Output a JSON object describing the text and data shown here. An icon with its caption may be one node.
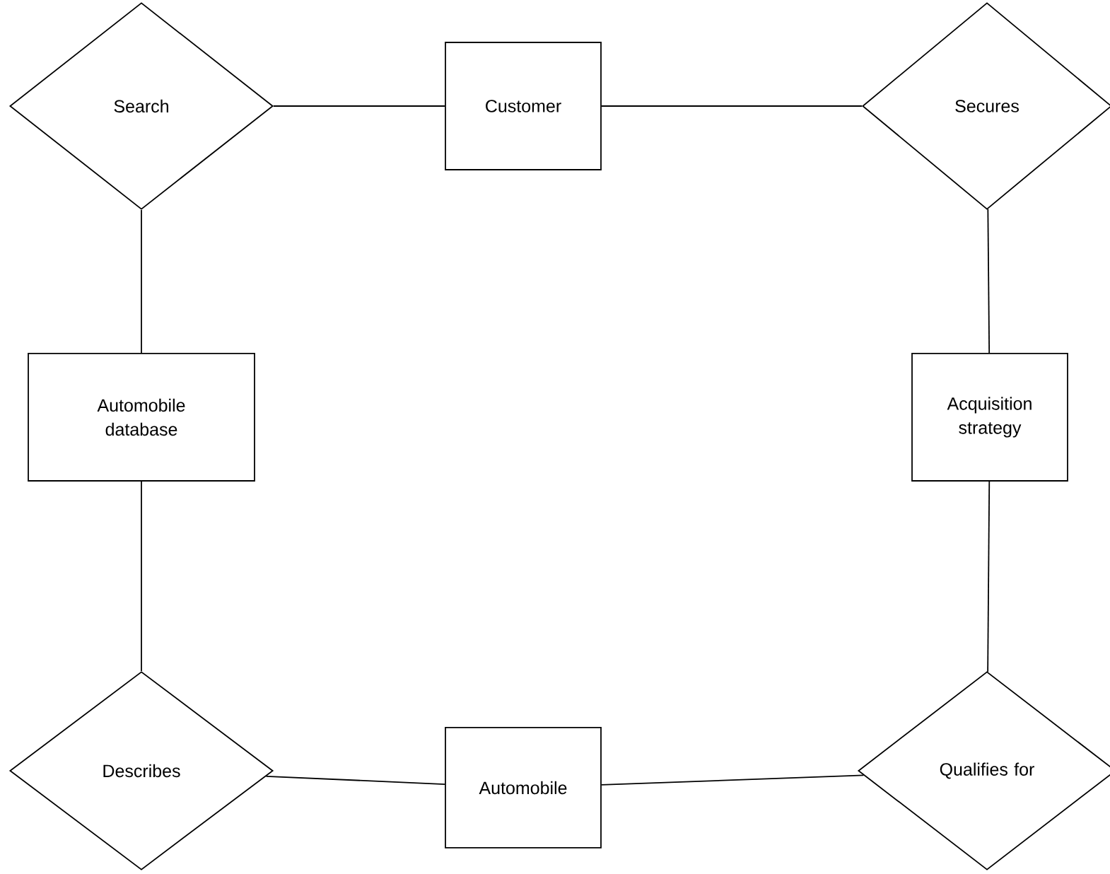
{
  "diagram": {
    "nodes": [
      {
        "text": [
          "Search"
        ]
      },
      {
        "text": [
          "Customer"
        ]
      },
      {
        "text": [
          "Secures"
        ]
      },
      {
        "text": [
          "Automobile database"
        ]
      },
      {
        "text": [
          "Acquisition strategy"
        ]
      },
      {
        "text": [
          "Describes"
        ]
      },
      {
        "text": [
          "Automobile"
        ]
      },
      {
        "text": [
          "Qualifies for"
        ]
      }
    ],
    "edges": [
      {
        "from": 0,
        "to": 1,
        "arrow": "none"
      },
      {
        "from": 1,
        "to": 2,
        "arrow": "none"
      },
      {
        "from": 2,
        "to": 4,
        "arrow": "none"
      },
      {
        "from": 4,
        "to": 7,
        "arrow": "none"
      },
      {
        "from": 7,
        "to": 6,
        "arrow": "none"
      },
      {
        "from": 6,
        "to": 5,
        "arrow": "none"
      },
      {
        "from": 5,
        "to": 3,
        "arrow": "none"
      },
      {
        "from": 3,
        "to": 0,
        "arrow": "none"
      }
    ]
  }
}
